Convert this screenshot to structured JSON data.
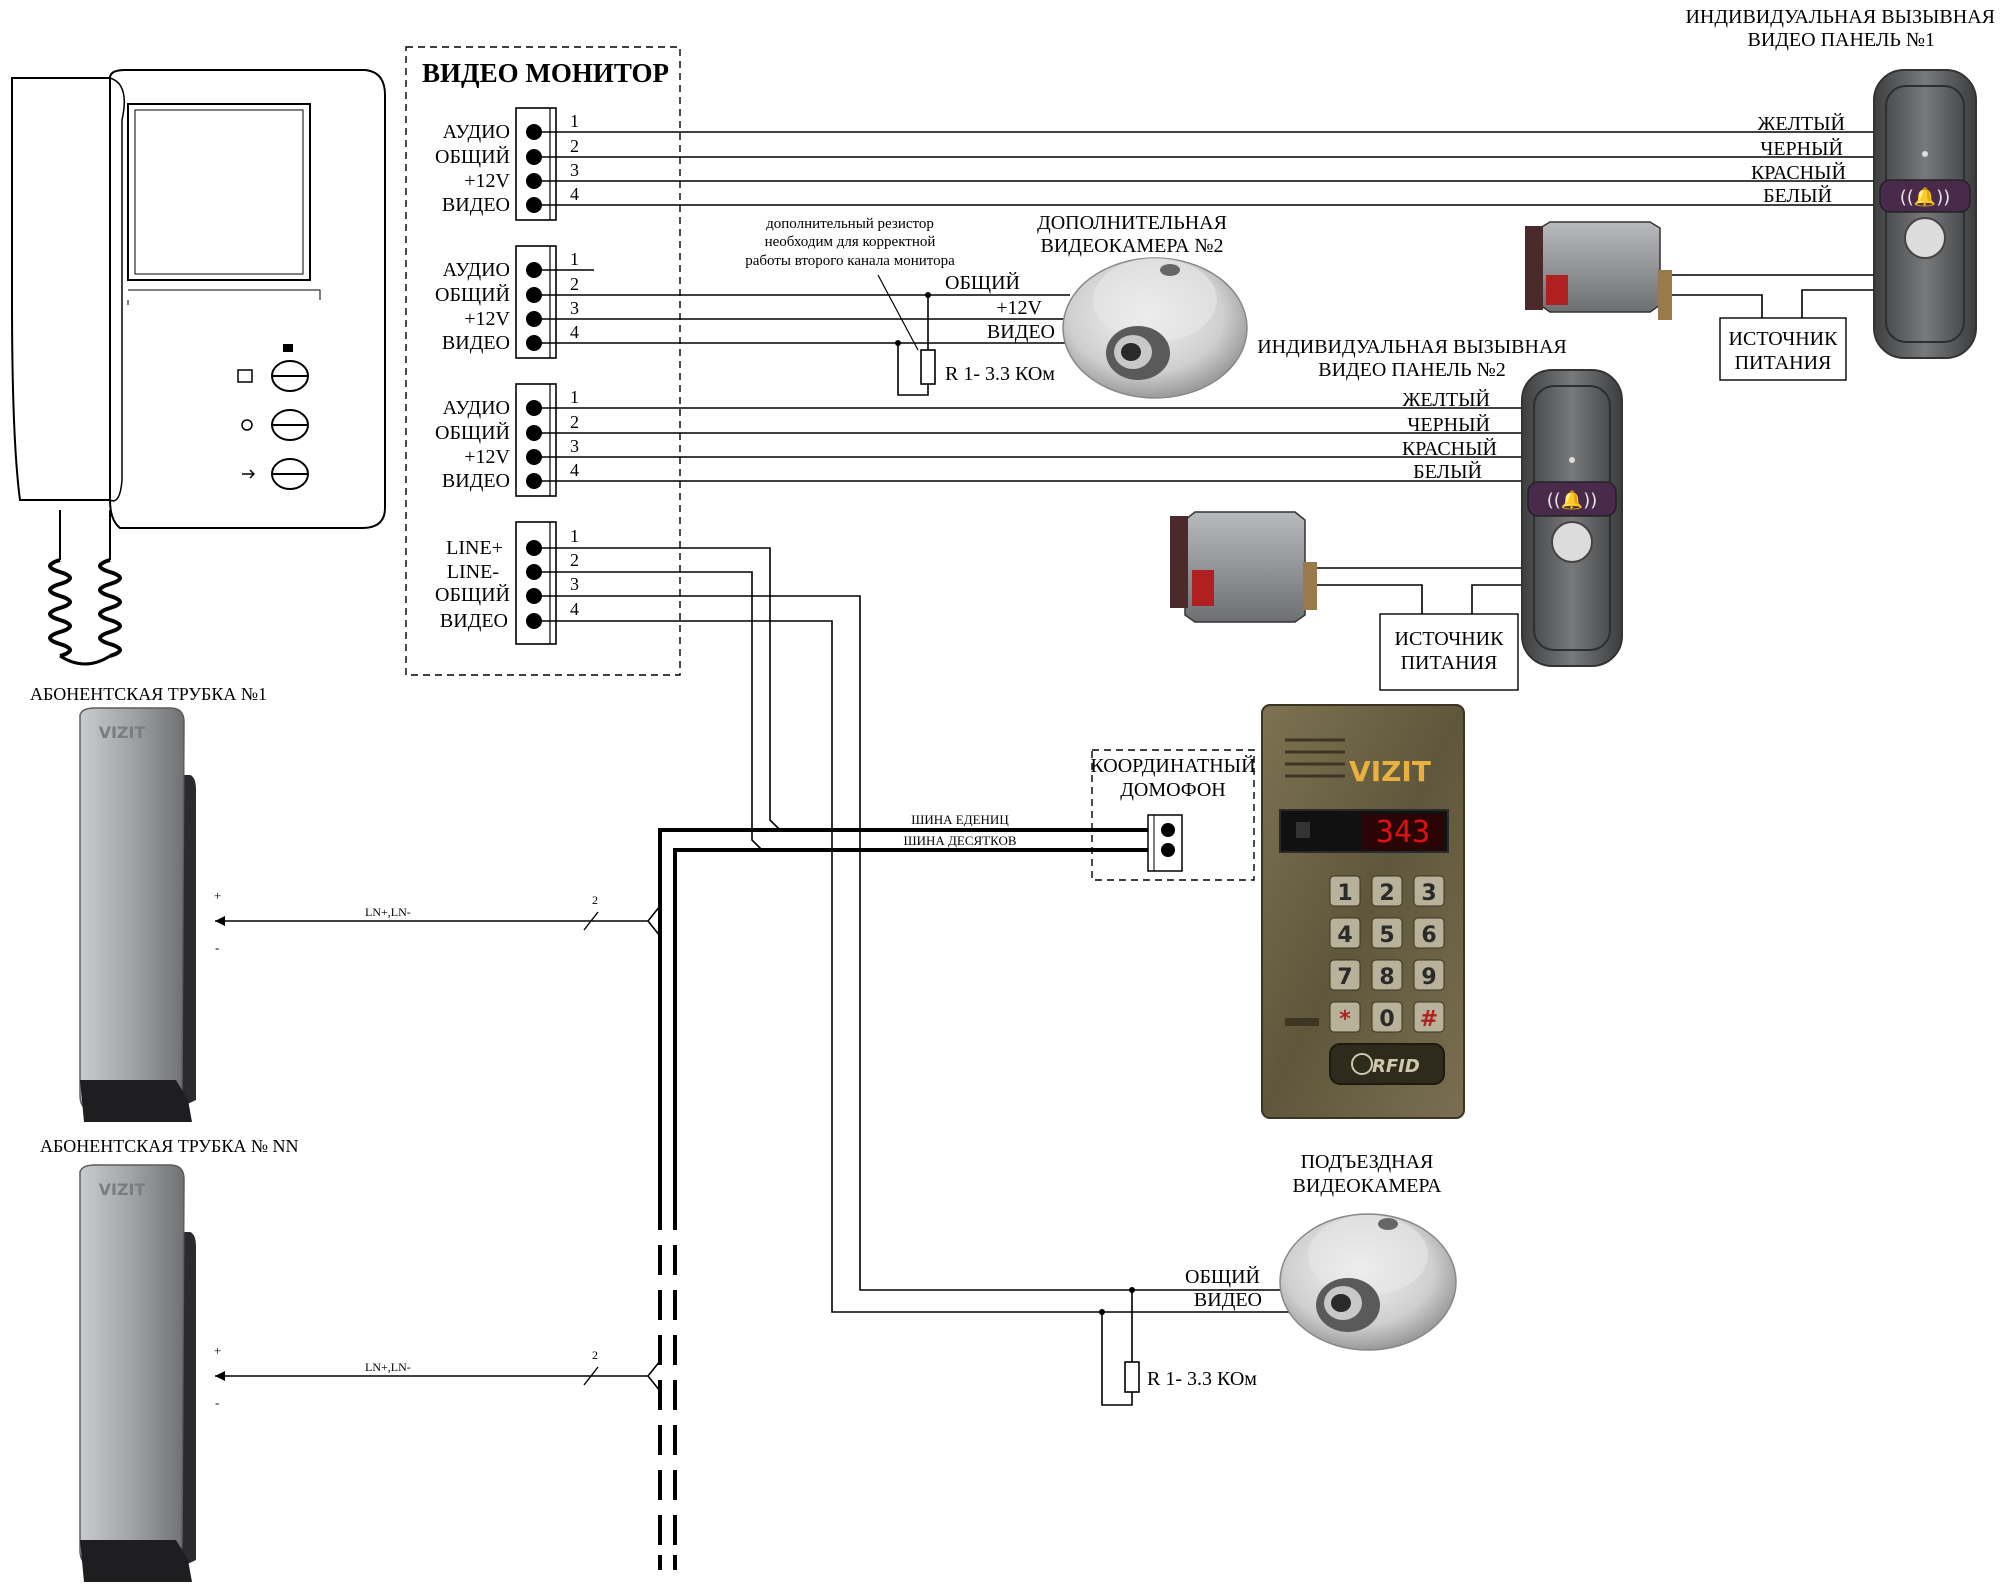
{
  "monitor": {
    "title": "ВИДЕО МОНИТОР",
    "blocks": [
      {
        "labels": [
          "АУДИО",
          "ОБЩИЙ",
          "+12V",
          "ВИДЕО"
        ],
        "pins": [
          "1",
          "2",
          "3",
          "4"
        ]
      },
      {
        "labels": [
          "АУДИО",
          "ОБЩИЙ",
          "+12V",
          "ВИДЕО"
        ],
        "pins": [
          "1",
          "2",
          "3",
          "4"
        ]
      },
      {
        "labels": [
          "АУДИО",
          "ОБЩИЙ",
          "+12V",
          "ВИДЕО"
        ],
        "pins": [
          "1",
          "2",
          "3",
          "4"
        ]
      },
      {
        "labels": [
          "LINE+",
          "LINE-",
          "ОБЩИЙ",
          "ВИДЕО"
        ],
        "pins": [
          "1",
          "2",
          "3",
          "4"
        ]
      }
    ]
  },
  "panel1": {
    "title": [
      "ИНДИВИДУАЛЬНАЯ ВЫЗЫВНАЯ",
      "ВИДЕО ПАНЕЛЬ №1"
    ],
    "wires": [
      "ЖЕЛТЫЙ",
      "ЧЕРНЫЙ",
      "КРАСНЫЙ",
      "БЕЛЫЙ"
    ],
    "power": [
      "ИСТОЧНИК",
      "ПИТАНИЯ"
    ]
  },
  "panel2": {
    "title": [
      "ИНДИВИДУАЛЬНАЯ ВЫЗЫВНАЯ",
      "ВИДЕО ПАНЕЛЬ №2"
    ],
    "wires": [
      "ЖЕЛТЫЙ",
      "ЧЕРНЫЙ",
      "КРАСНЫЙ",
      "БЕЛЫЙ"
    ],
    "power": [
      "ИСТОЧНИК",
      "ПИТАНИЯ"
    ]
  },
  "camera2": {
    "title": [
      "ДОПОЛНИТЕЛЬНАЯ",
      "ВИДЕОКАМЕРА №2"
    ],
    "wires": [
      "ОБЩИЙ",
      "+12V",
      "ВИДЕО"
    ],
    "resistor_note": [
      "дополнительный резистор",
      "необходим для корректной",
      "работы второго канала монитора"
    ],
    "resistor": "R 1- 3.3 КОм"
  },
  "coordinate": {
    "title": [
      "КООРДИНАТНЫЙ",
      "ДОМОФОН"
    ],
    "bus_units": "ШИНА ЕДЕНИЦ",
    "bus_tens": "ШИНА ДЕСЯТКОВ"
  },
  "keypad": {
    "brand": "VIZIT",
    "display": "343",
    "keys": [
      "1",
      "2",
      "3",
      "4",
      "5",
      "6",
      "7",
      "8",
      "9",
      "*",
      "0",
      "#"
    ],
    "rfid": "RFID"
  },
  "entrance_camera": {
    "title": [
      "ПОДЪЕЗДНАЯ",
      "ВИДЕОКАМЕРА"
    ],
    "wires": [
      "ОБЩИЙ",
      "ВИДЕО"
    ],
    "resistor": "R 1- 3.3 КОм"
  },
  "handset1": {
    "title": "АБОНЕНТСКАЯ ТРУБКА №1",
    "brand": "VIZIT",
    "plus": "+",
    "minus": "-",
    "line": "LN+,LN-",
    "count": "2"
  },
  "handsetN": {
    "title": "АБОНЕНТСКАЯ ТРУБКА № NN",
    "brand": "VIZIT",
    "plus": "+",
    "minus": "-",
    "line": "LN+,LN-",
    "count": "2"
  },
  "colors": {
    "panel_body": "#5f6062",
    "call_button": "#4a2a4a",
    "keypad_body": "#6e6448",
    "display_red": "#e01010",
    "brand_text": "#e8b040",
    "handset_body": "#a6a8aa"
  }
}
